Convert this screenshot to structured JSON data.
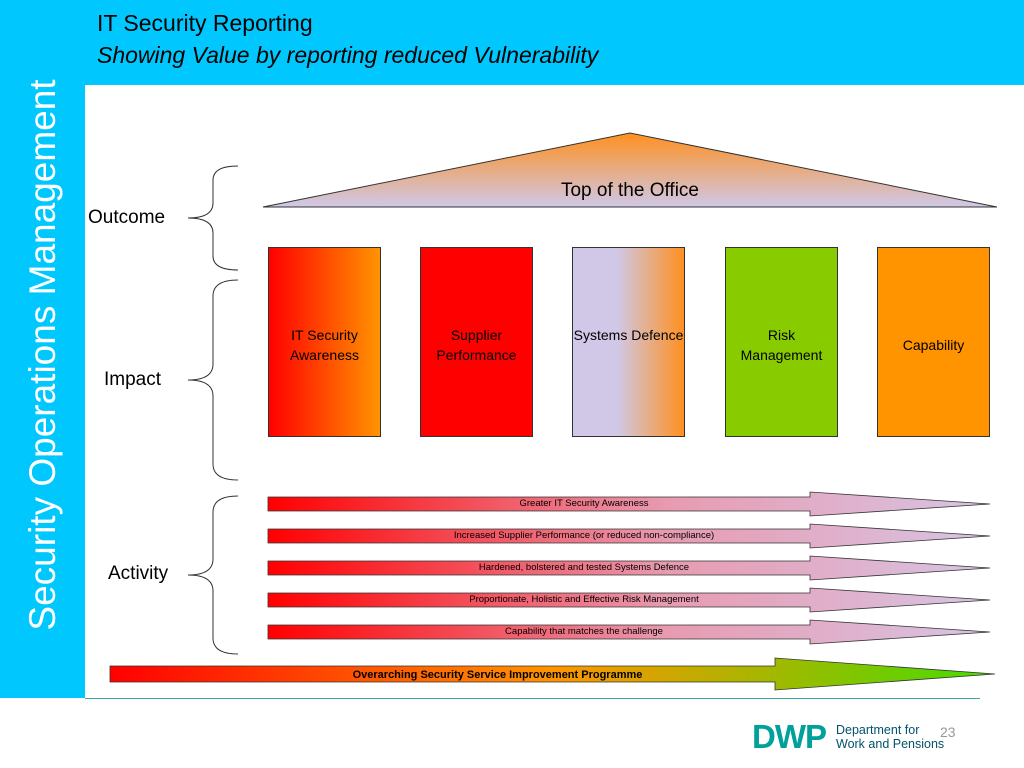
{
  "sidebar": {
    "label": "Security Operations Management"
  },
  "header": {
    "title": "IT Security Reporting",
    "subtitle": "Showing Value by reporting reduced Vulnerability"
  },
  "levels": {
    "outcome": "Outcome",
    "impact": "Impact",
    "activity": "Activity"
  },
  "roof": {
    "label": "Top of the Office"
  },
  "pillars": [
    {
      "label": "IT Security Awareness"
    },
    {
      "label": "Supplier Performance"
    },
    {
      "label": "Systems Defence"
    },
    {
      "label": "Risk Management"
    },
    {
      "label": "Capability"
    }
  ],
  "activities": [
    "Greater IT Security Awareness",
    "Increased Supplier Performance (or reduced non-compliance)",
    "Hardened, bolstered and tested Systems Defence",
    "Proportionate, Holistic and Effective Risk Management",
    "Capability that matches the challenge"
  ],
  "overarching": "Overarching Security Service Improvement Programme",
  "footer": {
    "logo_mark": "DWP",
    "logo_line1": "Department for",
    "logo_line2": "Work and Pensions",
    "page": "23"
  },
  "colors": {
    "header_bg": "#00c8ff",
    "red": "#ff0000",
    "orange": "#ff9400",
    "lavender": "#d0c8e6",
    "green": "#88cc00",
    "dwp_teal": "#00a19a"
  }
}
